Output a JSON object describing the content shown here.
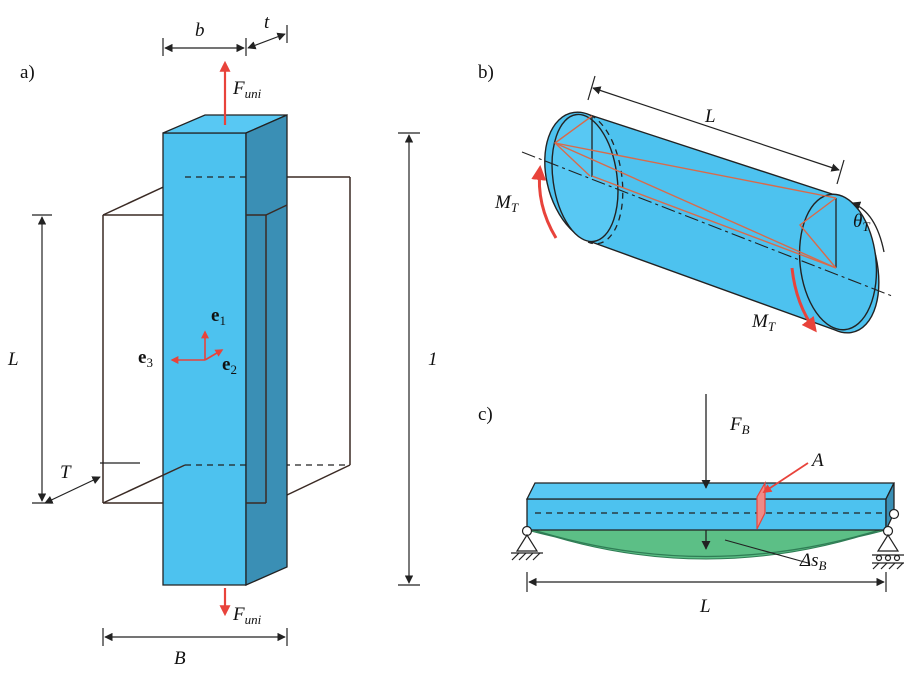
{
  "colors": {
    "body_fill": "#4dc2ef",
    "body_side": "#3a8fb5",
    "green_fill": "#5cbf86",
    "red": "#e8433b",
    "line": "#222222"
  },
  "panel_a": {
    "tag": "a)",
    "dim_b": "b",
    "dim_t": "t",
    "force_top": {
      "main": "F",
      "sub": "uni"
    },
    "force_bottom": {
      "main": "F",
      "sub": "uni"
    },
    "dim_L": "L",
    "dim_T": "T",
    "dim_1": "1",
    "dim_B": "B",
    "e1": {
      "main": "e",
      "sub": "1"
    },
    "e2": {
      "main": "e",
      "sub": "2"
    },
    "e3": {
      "main": "e",
      "sub": "3"
    }
  },
  "panel_b": {
    "tag": "b)",
    "dim_L": "L",
    "moment_left": {
      "main": "M",
      "sub": "T"
    },
    "moment_right": {
      "main": "M",
      "sub": "T"
    },
    "angle": {
      "main": "θ",
      "sub": "T"
    }
  },
  "panel_c": {
    "tag": "c)",
    "force": {
      "main": "F",
      "sub": "B"
    },
    "area": "A",
    "deflection": {
      "main": "Δs",
      "sub": "B"
    },
    "dim_L": "L"
  }
}
